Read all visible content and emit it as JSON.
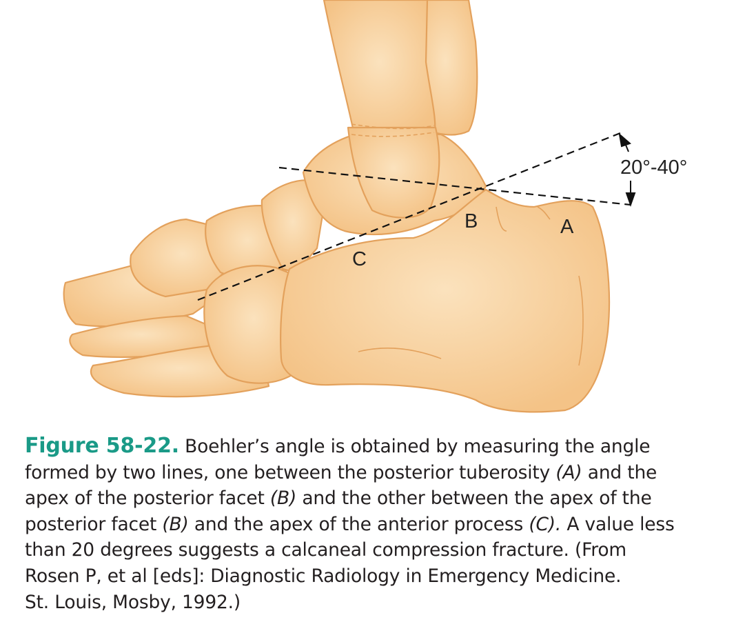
{
  "figure": {
    "labels": {
      "A": "A",
      "B": "B",
      "C": "C",
      "angle": "20°-40°"
    },
    "colors": {
      "bone_fill": "#f7cf9c",
      "bone_stroke": "#e3a15c",
      "caption_accent": "#1a9a87"
    }
  },
  "caption": {
    "number": "Figure 58-22.",
    "lines": [
      " Boehler’s angle is obtained by measuring the angle",
      [
        "formed by two lines, one between the posterior tuberosity ",
        "(A)",
        " and the"
      ],
      [
        "apex of the posterior facet ",
        "(B)",
        " and the other between the apex of the"
      ],
      [
        "posterior facet ",
        "(B)",
        " and the apex of the anterior process ",
        "(C).",
        " A value less"
      ],
      "than 20 degrees suggests a calcaneal compression fracture. (From",
      "Rosen P, et al [eds]: Diagnostic Radiology in Emergency Medicine.",
      "St. Louis, Mosby, 1992.)"
    ]
  }
}
